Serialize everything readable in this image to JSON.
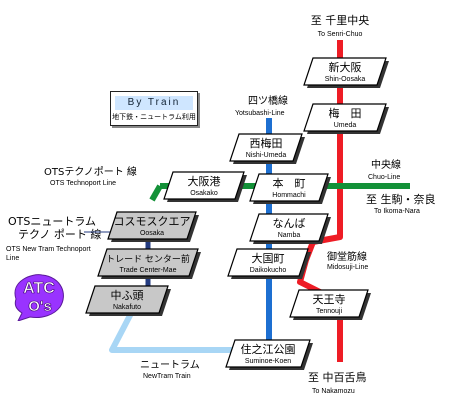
{
  "legend": {
    "title": "By Train",
    "subtitle": "地下鉄・ニュートラム利用"
  },
  "badge": {
    "line1": "ATC",
    "line2": "O's"
  },
  "colors": {
    "midosuji": "#ee1c25",
    "yotsubashi": "#1d6fd1",
    "chuo": "#139138",
    "newtram": "#a8d6f5",
    "techno": "#233b80",
    "station_fill": "#ffffff",
    "station_gray": "#c8c8c8",
    "badge": "#9933ff"
  },
  "direction_labels": {
    "north": {
      "jp": "至 千里中央",
      "en": "To Senri-Chuo"
    },
    "east": {
      "jp": "至 生駒・奈良",
      "en": "To Ikoma-Nara"
    },
    "south": {
      "jp": "至 中百舌鳥",
      "en": "To Nakamozu"
    }
  },
  "line_labels": {
    "yotsubashi": {
      "jp": "四ツ橋線",
      "en": "Yotsubashi-Line"
    },
    "chuo": {
      "jp": "中央線",
      "en": "Chuo-Line"
    },
    "midosuji": {
      "jp": "御堂筋線",
      "en": "Midosuji-Line"
    },
    "ots_techno": {
      "jp": "OTSテクノポート 線",
      "en": "OTS Technoport Line"
    },
    "ots_newtram_1": "OTSニュートラム",
    "ots_newtram_2": "テクノ ポート 線",
    "ots_newtram_en_1": "OTS New Tram Technoport",
    "ots_newtram_en_2": "Line",
    "newtram": {
      "jp": "ニュートラム",
      "en": "NewTram Train"
    }
  },
  "stations": [
    {
      "id": "shin-osaka",
      "jp": "新大阪",
      "en": "Shin-Oosaka",
      "gray": false
    },
    {
      "id": "umeda",
      "jp": "梅　田",
      "en": "Umeda",
      "gray": false
    },
    {
      "id": "nishi-umeda",
      "jp": "西梅田",
      "en": "Nishi-Umeda",
      "gray": false
    },
    {
      "id": "osakako",
      "jp": "大阪港",
      "en": "Osakako",
      "gray": false
    },
    {
      "id": "hommachi",
      "jp": "本　町",
      "en": "Hommachi",
      "gray": false
    },
    {
      "id": "namba",
      "jp": "なんば",
      "en": "Namba",
      "gray": false
    },
    {
      "id": "cosmosquare",
      "jp": "コスモスクエア",
      "en": "Oosaka",
      "gray": true
    },
    {
      "id": "daikokucho",
      "jp": "大国町",
      "en": "Daikokucho",
      "gray": false
    },
    {
      "id": "trade-center",
      "jp": "トレード センター前",
      "en": "Trade Center-Mae",
      "gray": true
    },
    {
      "id": "nakafuto",
      "jp": "中ふ頭",
      "en": "Nakafuto",
      "gray": true
    },
    {
      "id": "tennouji",
      "jp": "天王寺",
      "en": "Tennouji",
      "gray": false
    },
    {
      "id": "suminoe-koen",
      "jp": "住之江公園",
      "en": "Suminoe-Koen",
      "gray": false
    }
  ]
}
